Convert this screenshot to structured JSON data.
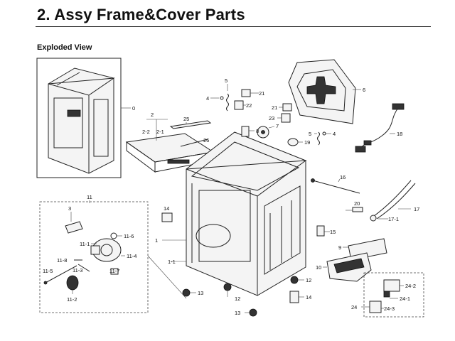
{
  "header": {
    "title": "2.  Assy Frame&Cover Parts",
    "subtitle": "Exploded View"
  },
  "callouts": {
    "c0": "0",
    "c1": "1",
    "c1_1": "1-1",
    "c2": "2",
    "c2_1": "2-1",
    "c2_2": "2-2",
    "c3": "3",
    "c4a": "4",
    "c4b": "4",
    "c5a": "5",
    "c5b": "5",
    "c6": "6",
    "c7": "7",
    "c8": "8",
    "c9": "9",
    "c10": "10",
    "c11": "11",
    "c11_1": "11-1",
    "c11_2": "11-2",
    "c11_3": "11-3",
    "c11_4": "11-4",
    "c11_5": "11-5",
    "c11_6": "11-6",
    "c11_7": "11-7",
    "c11_8": "11-8",
    "c12a": "12",
    "c12b": "12",
    "c13a": "13",
    "c13b": "13",
    "c14a": "14",
    "c14b": "14",
    "c15": "15",
    "c16": "16",
    "c17": "17",
    "c17_1": "17-1",
    "c18": "18",
    "c19": "19",
    "c20": "20",
    "c21a": "21",
    "c21b": "21",
    "c22": "22",
    "c23": "23",
    "c24": "24",
    "c24_1": "24-1",
    "c24_2": "24-2",
    "c24_3": "24-3",
    "c25": "25",
    "c26": "26"
  }
}
